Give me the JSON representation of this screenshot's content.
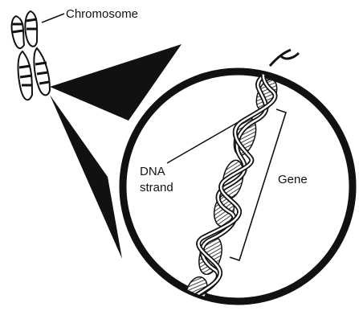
{
  "labels": {
    "chromosome": "Chromosome",
    "dna_line1": "DNA",
    "dna_line2": "strand",
    "gene": "Gene"
  },
  "colors": {
    "ink": "#111111",
    "background": "#ffffff"
  }
}
